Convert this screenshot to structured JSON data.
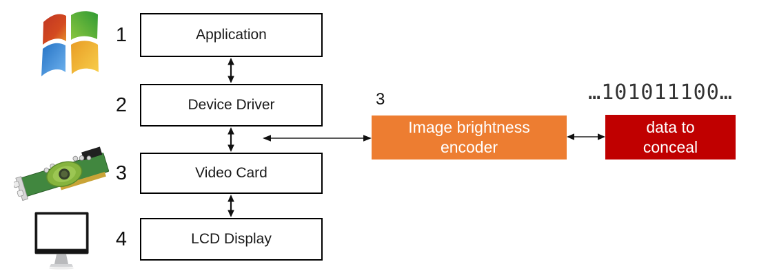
{
  "stack": [
    {
      "number": "1",
      "label": "Application"
    },
    {
      "number": "2",
      "label": "Device Driver"
    },
    {
      "number": "3",
      "label": "Video Card"
    },
    {
      "number": "4",
      "label": "LCD Display"
    }
  ],
  "encoder": {
    "number": "3",
    "lines": [
      "Image brightness",
      "encoder"
    ],
    "fill_color": "#ED7D31",
    "text_color": "#FFFFFF"
  },
  "conceal": {
    "lines": [
      "data to",
      "conceal"
    ],
    "fill_color": "#C00000",
    "text_color": "#FFFFFF"
  },
  "binary_string": "…101011100…",
  "icons": {
    "os_logo": "windows-logo",
    "gpu": "video-card-photo",
    "display": "lcd-monitor-icon"
  }
}
